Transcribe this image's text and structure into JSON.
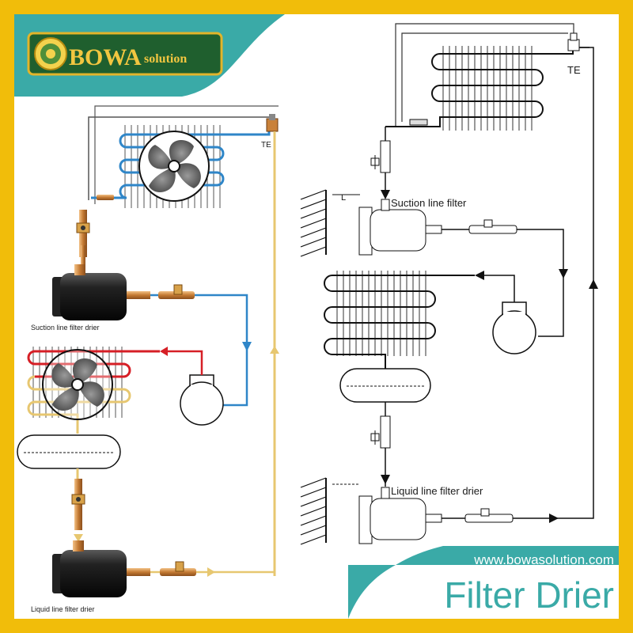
{
  "brand": {
    "name": "BOWA",
    "suffix": "solution"
  },
  "labels": {
    "te_left": "TE",
    "te_right": "TE",
    "suction_left": "Suction line filter drier",
    "liquid_left": "Liquid line filter drier",
    "suction_right": "Suction line filter",
    "liquid_right": "Liquid line filter drier",
    "l_dim": "L"
  },
  "footer": {
    "website": "www.bowasolution.com",
    "title": "Filter Drier"
  },
  "colors": {
    "frame_yellow": "#f1bd0a",
    "teal": "#3aaaa7",
    "logo_green": "#1f5f2e",
    "gold": "#e2b42a",
    "suction_blue": "#2f86c8",
    "discharge_red": "#d61f26",
    "liquid_yellow": "#e7c770",
    "filter_black": "#161616",
    "copper": "#c9813a",
    "line_black": "#111111"
  },
  "icons": [
    "logo-emblem-icon",
    "fan-icon",
    "compressor-icon",
    "expansion-valve-icon",
    "filter-drier-icon",
    "sight-glass-icon",
    "receiver-tank-icon",
    "flow-arrow-icon",
    "wall-hatch-icon"
  ]
}
